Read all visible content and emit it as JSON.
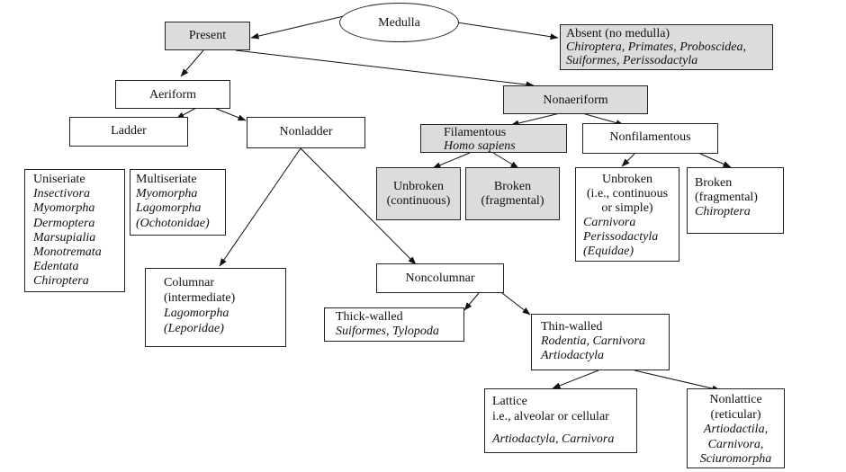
{
  "nodes": {
    "medulla": [
      "Medulla"
    ],
    "present": [
      "Present"
    ],
    "absent": [
      "Absent (no medulla)",
      "Chiroptera, Primates, Proboscidea,",
      "Suiformes, Perissodactyla"
    ],
    "aeriform": [
      "Aeriform"
    ],
    "nonaeriform": [
      "Nonaeriform"
    ],
    "ladder": [
      "Ladder"
    ],
    "nonladder": [
      "Nonladder"
    ],
    "filamentous": [
      "Filamentous",
      "Homo sapiens"
    ],
    "nonfilamentous": [
      "Nonfilamentous"
    ],
    "uniseriate": [
      "Uniseriate",
      "Insectivora",
      "Myomorpha",
      "Dermoptera",
      "Marsupialia",
      "Monotremata",
      "Edentata",
      "Chiroptera"
    ],
    "multiseriate": [
      "Multiseriate",
      "Myomorpha",
      "Lagomorpha",
      "(Ochotonidae)"
    ],
    "unbroken_cont": [
      "Unbroken",
      "(continuous)"
    ],
    "broken_frag": [
      "Broken",
      "(fragmental)"
    ],
    "unbroken_simple": [
      "Unbroken",
      "(i.e., continuous",
      "or simple)",
      "Carnivora",
      "Perissodactyla",
      "(Equidae)"
    ],
    "broken_chiro": [
      "Broken",
      "(fragmental)",
      "Chiroptera"
    ],
    "columnar": [
      "Columnar",
      "(intermediate)",
      "Lagomorpha",
      "(Leporidae)"
    ],
    "noncolumnar": [
      "Noncolumnar"
    ],
    "thick": [
      "Thick-walled",
      "Suiformes, Tylopoda"
    ],
    "thin": [
      "Thin-walled",
      "Rodentia, Carnivora",
      "Artiodactyla"
    ],
    "lattice": [
      "Lattice",
      "i.e., alveolar or cellular",
      "Artiodactyla, Carnivora"
    ],
    "nonlattice": [
      "Nonlattice",
      "(reticular)",
      "Artiodactila,",
      "Carnivora,",
      "Sciuromorpha"
    ]
  }
}
